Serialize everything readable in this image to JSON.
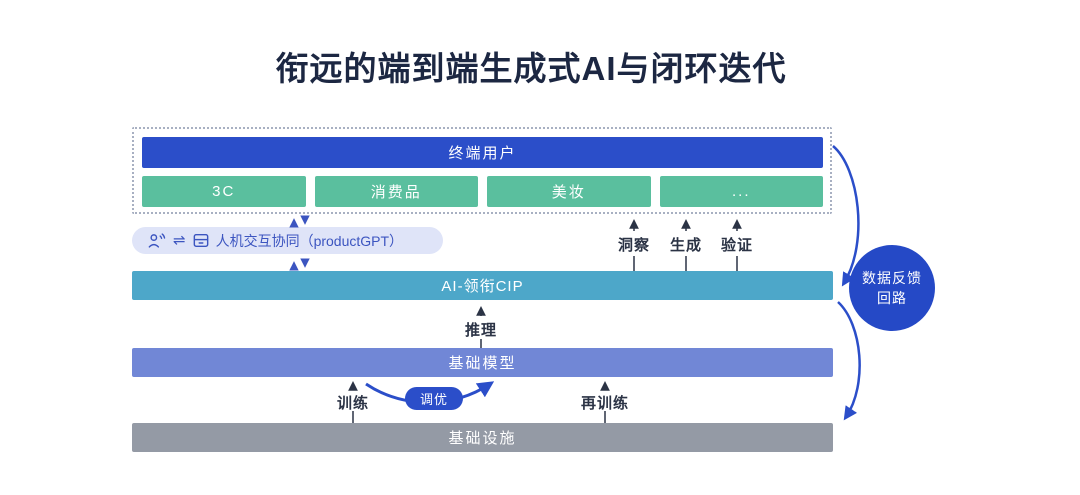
{
  "title": "衔远的端到端生成式AI与闭环迭代",
  "diagram": {
    "end_user_bar": "终端用户",
    "industries": [
      "3C",
      "消费品",
      "美妆",
      "..."
    ],
    "hci_pill": {
      "label": "人机交互协同（productGPT）",
      "icons": [
        "person-speaking-icon",
        "swap-arrows-icon",
        "window-icon"
      ],
      "swap_glyph": "⇌"
    },
    "cip_bar": "AI-领衔CIP",
    "foundation_model_bar": "基础模型",
    "infrastructure_bar": "基础设施",
    "flow_labels": {
      "insight": "洞察",
      "generate": "生成",
      "verify": "验证",
      "inference": "推理",
      "train": "训练",
      "finetune": "调优",
      "retrain": "再训练"
    },
    "feedback_circle": {
      "line1": "数据反馈",
      "line2": "回路"
    }
  },
  "colors": {
    "end_user_bar": "#2b4ec9",
    "industry_box": "#5abf9e",
    "cip_bar": "#4da7c9",
    "foundation_model_bar": "#7187d6",
    "infrastructure_bar": "#949aa5",
    "hci_pill_bg": "#dfe4f8",
    "hci_pill_text": "#3c55c0",
    "feedback_circle": "#2549c6",
    "arrow_navy": "#2b3345",
    "arrow_blue": "#2b4ec9",
    "title_text": "#1c2742"
  }
}
